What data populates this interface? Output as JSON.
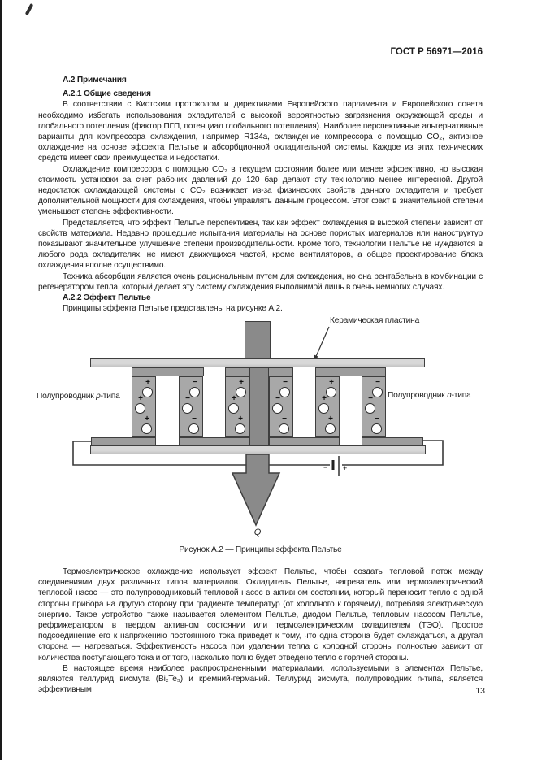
{
  "page": {
    "header": "ГОСТ Р 56971—2016",
    "number": "13"
  },
  "sections": {
    "h_a2": "А.2 Примечания",
    "h_a21": "А.2.1 Общие сведения",
    "p1": "В соответствии с Киотским протоколом и директивами Европейского парламента и Европейского совета необходимо избегать использования охладителей с высокой вероятностью загрязнения окружающей среды и глобального потепления (фактор ПГП, потенциал глобального потепления). Наиболее перспективные альтернативные варианты для компрессора охлаждения, например R134a, охлаждение компрессора с помощью CO₂, активное охлаждение на основе эффекта Пельтье и абсорбционной охладительной системы. Каждое из этих технических средств имеет свои преимущества и недостатки.",
    "p2": "Охлаждение компрессора с помощью CO₂ в текущем состоянии более или менее эффективно, но высокая стоимость установки за счет рабочих давлений до 120 бар делают эту технологию менее интересной. Другой недостаток охлаждающей системы с CO₂ возникает из-за физических свойств данного охладителя и требует дополнительной мощности для охлаждения, чтобы управлять данным процессом. Этот факт в значительной степени уменьшает степень эффективности.",
    "p3": "Представляется, что эффект Пельтье перспективен, так как эффект охлаждения в высокой степени зависит от свойств материала. Недавно прошедшие испытания материалы на основе пористых материалов или наноструктур показывают значительное улучшение степени производительности. Кроме того, технологии Пельтье не нуждаются в любого рода охладителях, не имеют движущихся частей, кроме вентиляторов, а общее проектирование блока охлаждения вполне осуществимо.",
    "p4": "Техника абсорбции является очень рациональным путем для охлаждения, но она рентабельна в комбинации с регенератором тепла, который делает эту систему охлаждения выполнимой лишь в очень немногих случаях.",
    "h_a22": "А.2.2 Эффект Пельтье",
    "p5": "Принципы эффекта Пельтье представлены на рисунке А.2.",
    "p6": "Термоэлектрическое охлаждение использует эффект Пельтье, чтобы создать тепловой поток между соединениями двух различных типов материалов. Охладитель Пельтье, нагреватель или термоэлектрический тепловой насос — это полупроводниковый тепловой насос в активном состоянии, который переносит тепло с одной стороны прибора на другую сторону при градиенте температур (от холодного к горячему), потребляя электрическую энергию. Такое устройство также называется элементом Пельтье, диодом Пельтье, тепловым насосом Пельтье, рефрижератором в твердом активном состоянии или термоэлектрическим охладителем (ТЭО). Простое подсоединение его к напряжению постоянного тока приведет к тому, что одна сторона будет охлаждаться, а другая сторона — нагреваться. Эффективность насоса при удалении тепла с холодной стороны полностью зависит от количества поступающего тока и от того, насколько полно будет отведено тепло с горячей стороны.",
    "p7": "В настоящее время наиболее распространенными материалами, используемыми в элементах Пельтье, являются теллурид висмута (Bi₂Te₃) и кремний-германий. Теллурид висмута, полупроводник n-типа, является эффективным"
  },
  "figure": {
    "caption": "Рисунок А.2 — Принципы эффекта Пельтье",
    "label_ceramic": "Керамическая пластина",
    "label_left": {
      "prefix": "Полупроводник ",
      "letter": "p",
      "suffix": "-типа"
    },
    "label_right": {
      "prefix": "Полупроводник ",
      "letter": "n",
      "suffix": "-типа"
    },
    "heat_label": "Q",
    "battery_minus": "−",
    "battery_plus": "+",
    "columns": [
      {
        "type": "p",
        "sign": "+"
      },
      {
        "type": "n",
        "sign": "−"
      },
      {
        "type": "p",
        "sign": "+"
      },
      {
        "type": "n",
        "sign": "−"
      },
      {
        "type": "p",
        "sign": "+"
      },
      {
        "type": "n",
        "sign": "−"
      }
    ],
    "colors": {
      "plate": "#d8d8d8",
      "plate2": "#c3c3c3",
      "conn": "#9c9c9c",
      "col": "#a8a8a8",
      "arrow": "#8a8a8a",
      "line": "#3e3e3e"
    }
  }
}
